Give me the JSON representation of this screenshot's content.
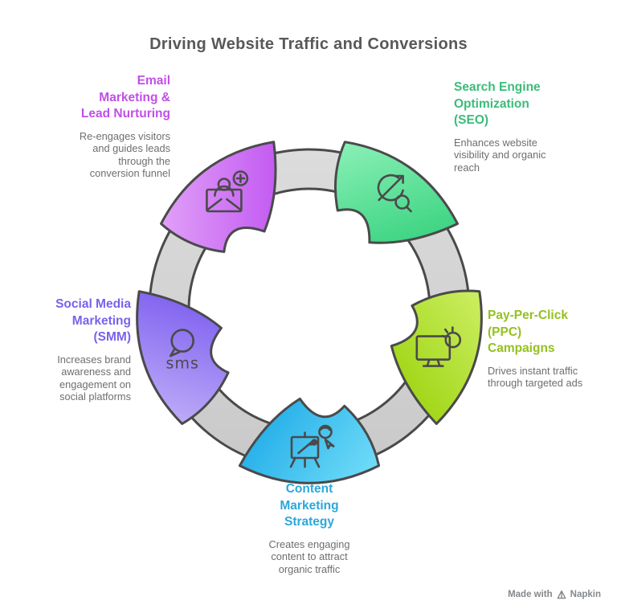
{
  "title": "Driving Website Traffic and Conversions",
  "ring": {
    "fill_light": "#dcdcdc",
    "fill_dark": "#c9c9c9",
    "outline": "#4a4a4b"
  },
  "icon_stroke": "#4a4a4b",
  "segments": [
    {
      "id": "email",
      "heading": "Email\nMarketing &\nLead Nurturing",
      "description": "Re-engages visitors\nand guides leads\nthrough the\nconversion funnel",
      "heading_color": "#c04fe8",
      "gradient": [
        "#e0a0f8",
        "#c45cf2"
      ],
      "icon": "email-add-icon",
      "angle": -36
    },
    {
      "id": "seo",
      "heading": "Search Engine\nOptimization\n(SEO)",
      "description": "Enhances website\nvisibility and organic\nreach",
      "heading_color": "#3bbc79",
      "gradient": [
        "#8af0b6",
        "#3fd584"
      ],
      "icon": "seo-search-icon",
      "angle": 36
    },
    {
      "id": "ppc",
      "heading": "Pay-Per-Click\n(PPC)\nCampaigns",
      "description": "Drives instant traffic\nthrough targeted ads",
      "heading_color": "#94c11f",
      "gradient": [
        "#ccee62",
        "#a3d71a"
      ],
      "icon": "ppc-monitor-icon",
      "angle": 108
    },
    {
      "id": "content",
      "heading": "Content\nMarketing\nStrategy",
      "description": "Creates engaging\ncontent to attract\norganic traffic",
      "heading_color": "#2ba7db",
      "gradient": [
        "#70dcf8",
        "#2ab2ea"
      ],
      "icon": "content-easel-icon",
      "angle": 180
    },
    {
      "id": "smm",
      "heading": "Social Media\nMarketing\n(SMM)",
      "description": "Increases brand\nawareness and\nengagement on\nsocial platforms",
      "heading_color": "#7763ec",
      "gradient": [
        "#bdabf8",
        "#8366f0"
      ],
      "icon": "sms-bubble-icon",
      "icon_text": "sms",
      "angle": -108
    }
  ],
  "watermark": {
    "prefix": "Made with",
    "brand": "Napkin"
  }
}
